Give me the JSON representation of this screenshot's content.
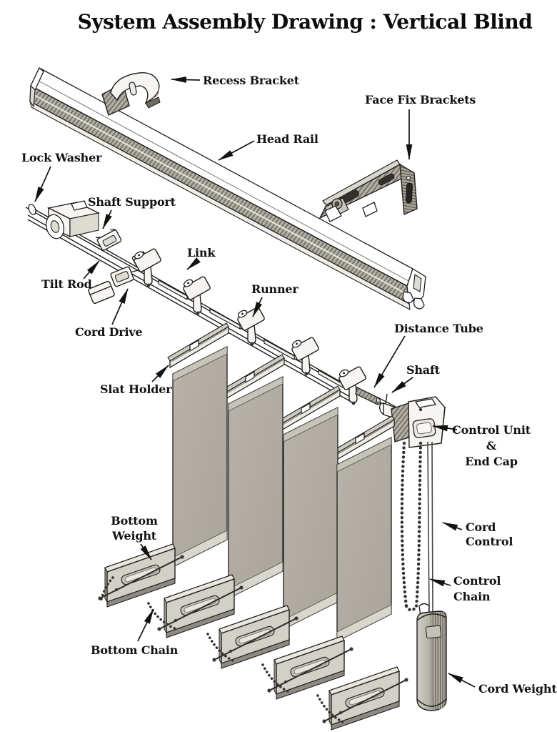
{
  "title": "System Assembly Drawing : Vertical Blind",
  "diagram_type": "exploded-assembly-drawing",
  "colors": {
    "background": "#ffffff",
    "ink": "#14120f",
    "slat_gray": "#b1ada4",
    "hatch_gray": "#b4b0a6",
    "weight_face": "#d3d0c8"
  },
  "labels": {
    "recess_bracket": "Recess Bracket",
    "face_fix_brackets": "Face Fix Brackets",
    "head_rail": "Head Rail",
    "lock_washer": "Lock Washer",
    "shaft_support": "Shaft Support",
    "link": "Link",
    "tilt_rod": "Tilt Rod",
    "runner": "Runner",
    "cord_drive": "Cord Drive",
    "distance_tube": "Distance Tube",
    "slat_holder": "Slat Holder",
    "shaft": "Shaft",
    "control_unit_line1": "Control Unit",
    "control_unit_line2": "&",
    "control_unit_line3": "End Cap",
    "bottom_weight_line1": "Bottom",
    "bottom_weight_line2": "Weight",
    "cord_control_line1": "Cord",
    "cord_control_line2": "Control",
    "control_chain_line1": "Control",
    "control_chain_line2": "Chain",
    "bottom_chain": "Bottom Chain",
    "cord_weight": "Cord Weight"
  }
}
